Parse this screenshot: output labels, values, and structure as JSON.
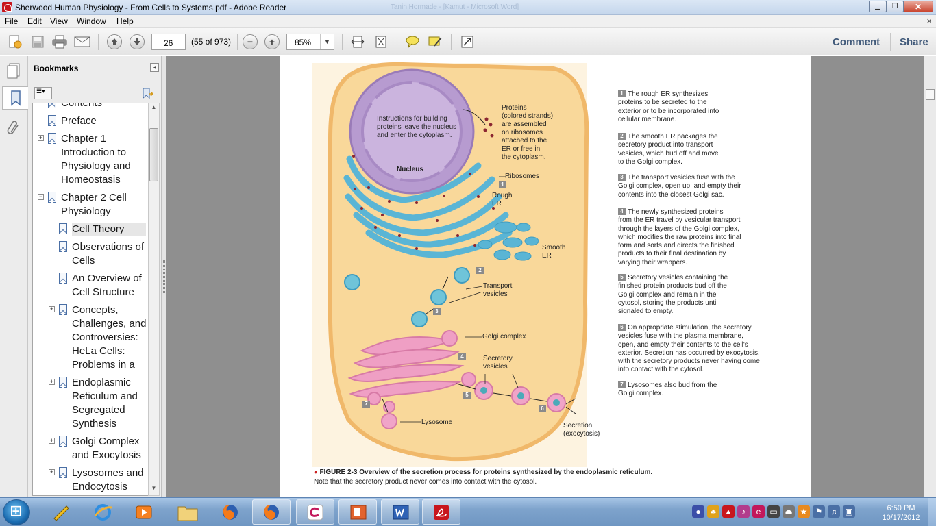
{
  "window": {
    "title": "Sherwood Human Physiology - From Cells to Systems.pdf - Adobe Reader",
    "ghost_title": "Tanin Hormade - [Kamut - Microsoft Word]",
    "minimize_glyph": "▁",
    "maximize_glyph": "❐",
    "close_glyph": "✕"
  },
  "menu": {
    "items": [
      "File",
      "Edit",
      "View",
      "Window",
      "Help"
    ],
    "close_glyph": "×"
  },
  "toolbar": {
    "page_number": "26",
    "page_count": "(55 of 973)",
    "zoom": "85%",
    "zoom_out_glyph": "−",
    "zoom_in_glyph": "+",
    "zoom_arrow": "▼",
    "comment_label": "Comment",
    "share_label": "Share",
    "icons": [
      "create-pdf-icon",
      "save-icon",
      "print-icon",
      "email-icon",
      "prev-page-icon",
      "next-page-icon",
      "zoom-out-icon",
      "zoom-in-icon",
      "fit-width-icon",
      "fit-page-icon",
      "comment-icon",
      "highlight-icon",
      "fullscreen-icon"
    ]
  },
  "bookmarks": {
    "title": "Bookmarks",
    "collapse_glyph": "◂",
    "options_glyph": "☰▾",
    "expand_glyph": "+",
    "collapse_tree_glyph": "−",
    "scroll_up": "▲",
    "scroll_down": "▼",
    "items": [
      {
        "label": "Contents"
      },
      {
        "label": "Preface"
      },
      {
        "label": "Chapter 1\nIntroduction to\nPhysiology and\nHomeostasis"
      },
      {
        "label": "Chapter 2 Cell\nPhysiology"
      },
      {
        "label": "Cell Theory"
      },
      {
        "label": "Observations of\nCells"
      },
      {
        "label": "An Overview of\nCell Structure"
      },
      {
        "label": "Concepts,\nChallenges, and\nControversies:\nHeLa Cells:\nProblems in a"
      },
      {
        "label": "Endoplasmic\nReticulum and\nSegregated\nSynthesis"
      },
      {
        "label": "Golgi Complex\nand Exocytosis"
      },
      {
        "label": "Lysosomes and\nEndocytosis"
      }
    ]
  },
  "figure": {
    "labels": {
      "instructions": "Instructions for building\nproteins leave the nucleus\nand enter the cytoplasm.",
      "nucleus": "Nucleus",
      "proteins": "Proteins\n(colored strands)\nare assembled\non ribosomes\nattached to the\nER or free in\nthe cytoplasm.",
      "ribosomes": "Ribosomes",
      "rough_er": "Rough\nER",
      "smooth_er": "Smooth\nER",
      "transport_vesicles": "Transport\nvesicles",
      "golgi_complex": "Golgi complex",
      "secretory_vesicles": "Secretory\nvesicles",
      "lysosome": "Lysosome",
      "secretion": "Secretion\n(exocytosis)"
    },
    "step_markers": [
      "1",
      "2",
      "3",
      "4",
      "5",
      "6",
      "7"
    ],
    "steps": [
      {
        "num": "1",
        "text": "The rough ER synthesizes\nproteins to be secreted to the\nexterior or to be incorporated into\ncellular membrane."
      },
      {
        "num": "2",
        "text": "The smooth ER packages the\nsecretory product into transport\nvesicles, which bud off and move\nto the Golgi complex."
      },
      {
        "num": "3",
        "text": "The transport vesicles fuse with the\nGolgi complex, open up, and empty their\ncontents into the closest Golgi sac."
      },
      {
        "num": "4",
        "text": "The newly synthesized proteins\nfrom the ER travel by vesicular transport\nthrough the layers of the Golgi complex,\nwhich modifies the raw proteins into final\nform and sorts and directs the finished\nproducts to their final destination by\nvarying their wrappers."
      },
      {
        "num": "5",
        "text": "Secretory vesicles containing the\nfinished protein products bud off the\nGolgi complex and remain in the\ncytosol, storing the products until\nsignaled to empty."
      },
      {
        "num": "6",
        "text": "On appropriate stimulation, the secretory\nvesicles fuse with the plasma membrane,\nopen, and empty their contents to the cell's\nexterior. Secretion has occurred by exocytosis,\nwith the secretory products never having come\ninto contact with the cytosol."
      },
      {
        "num": "7",
        "text": "Lysosomes also bud from the\nGolgi complex."
      }
    ],
    "caption_bold": "FIGURE 2-3  Overview of the secretion process for proteins synthesized by the endoplasmic reticulum.",
    "caption_rest": " Note that the secretory product never comes into contact with the cytosol.",
    "caption_bullet": "●"
  },
  "taskbar": {
    "apps": [
      "explorer-switcher",
      "internet-explorer",
      "media-player",
      "file-explorer",
      "firefox",
      "firefox-window",
      "smartfren",
      "powerpoint",
      "word",
      "adobe-reader"
    ],
    "clock_time": "6:50 PM",
    "clock_date": "10/17/2012"
  },
  "colors": {
    "cell_fill": "#f9d89a",
    "cell_border": "#f0b86a",
    "nucleus": "#b79bd0",
    "er": "#5ab5d5",
    "golgi": "#ef9fc4",
    "ribosome": "#8b2631",
    "vesicle": "#6fc4d9",
    "link_blue": "#415a7a"
  }
}
